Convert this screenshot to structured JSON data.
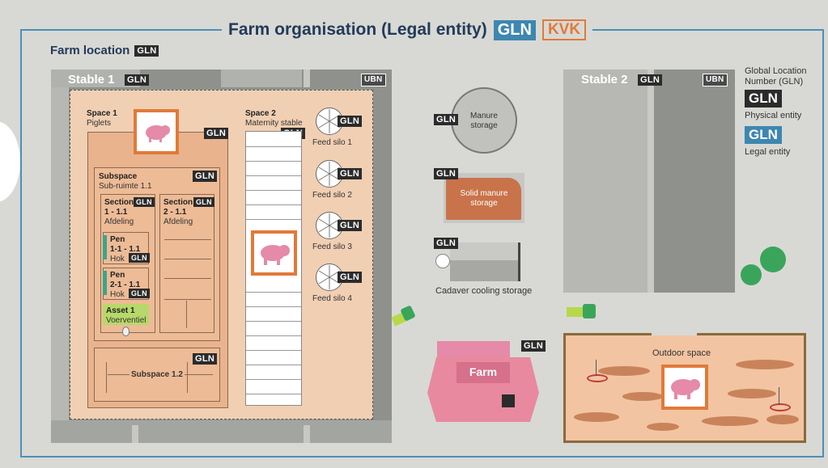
{
  "title": "Farm organisation (Legal entity)",
  "gln": "GLN",
  "kvk": "KVK",
  "ubn": "UBN",
  "farm_location": "Farm location",
  "stable1": "Stable 1",
  "stable2": "Stable 2",
  "space1": {
    "title": "Space 1",
    "sub": "Piglets"
  },
  "space2": {
    "title": "Space 2",
    "sub": "Maternity stable"
  },
  "subspace": {
    "title": "Subspace",
    "sub": "Sub-ruimte 1.1"
  },
  "section1": {
    "title": "Section",
    "num": "1 - 1.1",
    "sub": "Afdeling"
  },
  "section2": {
    "title": "Section",
    "num": "2 - 1.1",
    "sub": "Afdeling"
  },
  "pen1": {
    "title": "Pen",
    "num": "1-1 - 1.1",
    "sub": "Hok"
  },
  "pen2": {
    "title": "Pen",
    "num": "2-1 - 1.1",
    "sub": "Hok"
  },
  "asset": {
    "title": "Asset 1",
    "sub": "Voerventiel"
  },
  "subspace12": "Subspace 1.2",
  "silos": [
    "Feed silo 1",
    "Feed silo 2",
    "Feed silo 3",
    "Feed silo 4"
  ],
  "manure": "Manure storage",
  "solid_manure": "Solid manure storage",
  "cadaver": "Cadaver cooling storage",
  "farm": "Farm",
  "outdoor": "Outdoor space",
  "legend": {
    "heading": "Global Location Number (GLN)",
    "physical": "Physical entity",
    "legal": "Legal entity"
  },
  "colors": {
    "blue": "#3d87b0",
    "orange": "#e07a3a",
    "peach": "#f2c4a2",
    "pink": "#e58aa8",
    "green": "#3aa55a"
  }
}
